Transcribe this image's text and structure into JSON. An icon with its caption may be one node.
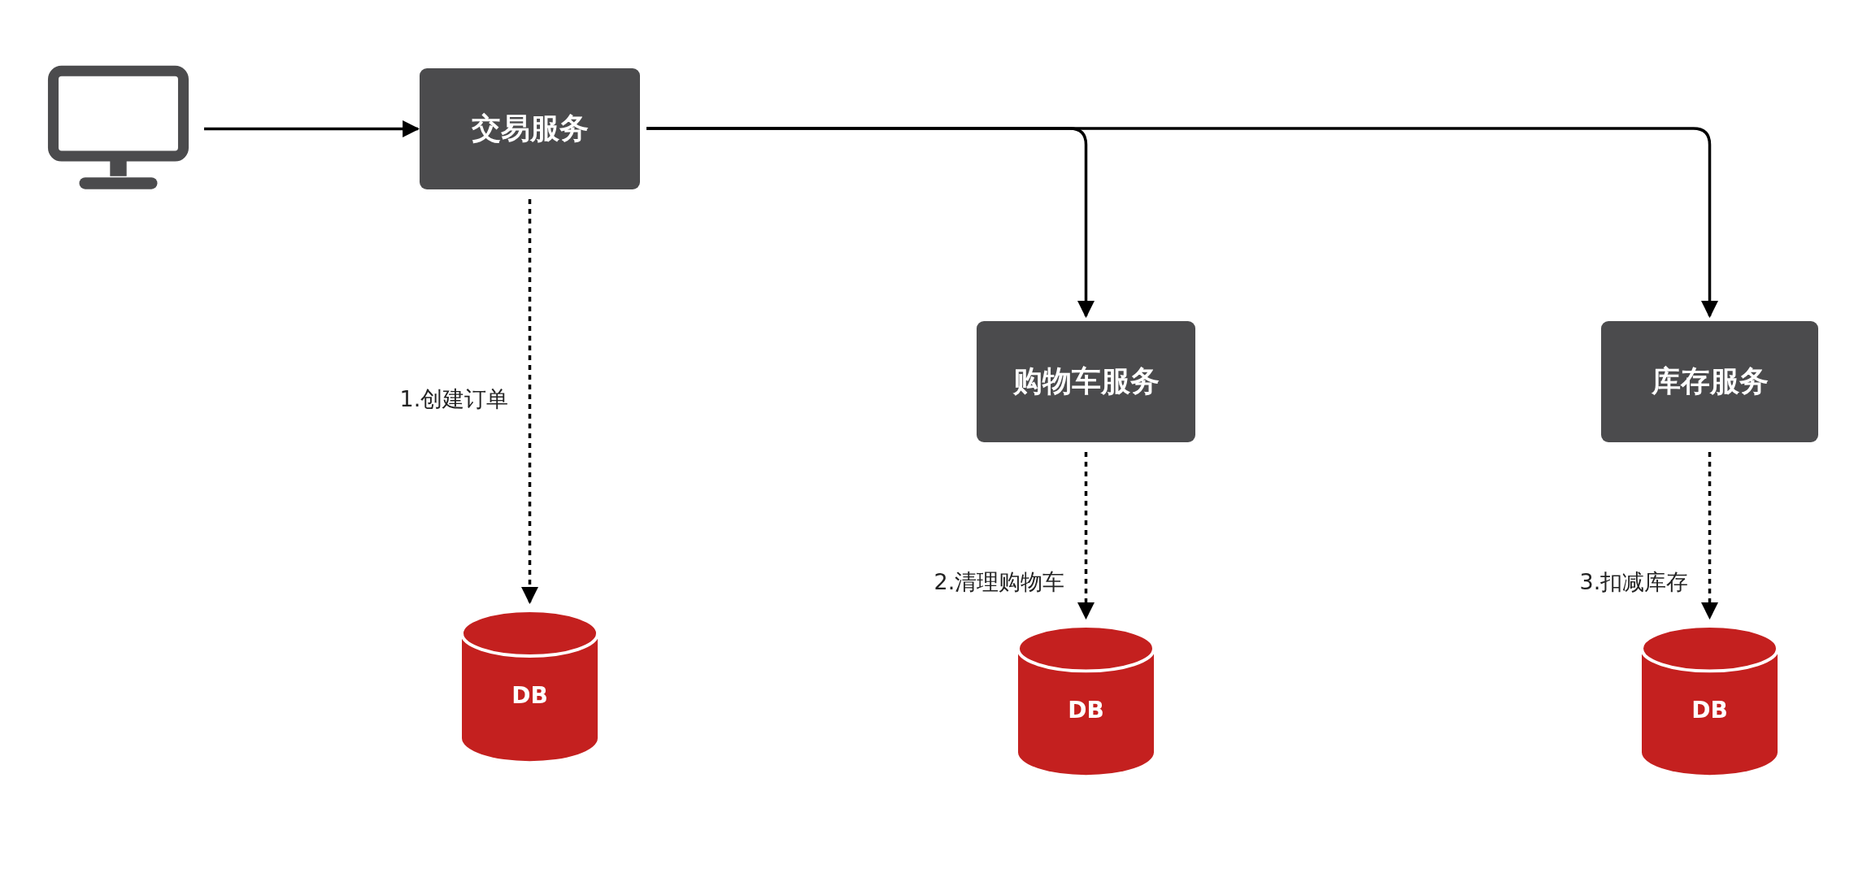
{
  "diagram": {
    "nodes": [
      {
        "text": [],
        "shape": "monitor"
      },
      {
        "text": [
          "交易服务"
        ]
      },
      {
        "text": [
          "购物车服务"
        ]
      },
      {
        "text": [
          "库存服务"
        ]
      },
      {
        "text": [
          "DB"
        ]
      },
      {
        "text": [
          "DB"
        ]
      },
      {
        "text": [
          "DB"
        ]
      }
    ],
    "edges": [
      {
        "from": 0,
        "to": 1,
        "arrow": "to"
      },
      {
        "from": 1,
        "to": 2,
        "arrow": "to"
      },
      {
        "from": 1,
        "to": 3,
        "arrow": "to"
      },
      {
        "from": 1,
        "to": 4,
        "arrow": "to",
        "style": "dashed",
        "label": "1.创建订单"
      },
      {
        "from": 2,
        "to": 5,
        "arrow": "to",
        "style": "dashed",
        "label": "2.清理购物车"
      },
      {
        "from": 3,
        "to": 6,
        "arrow": "to",
        "style": "dashed",
        "label": "3.扣减库存"
      }
    ]
  }
}
